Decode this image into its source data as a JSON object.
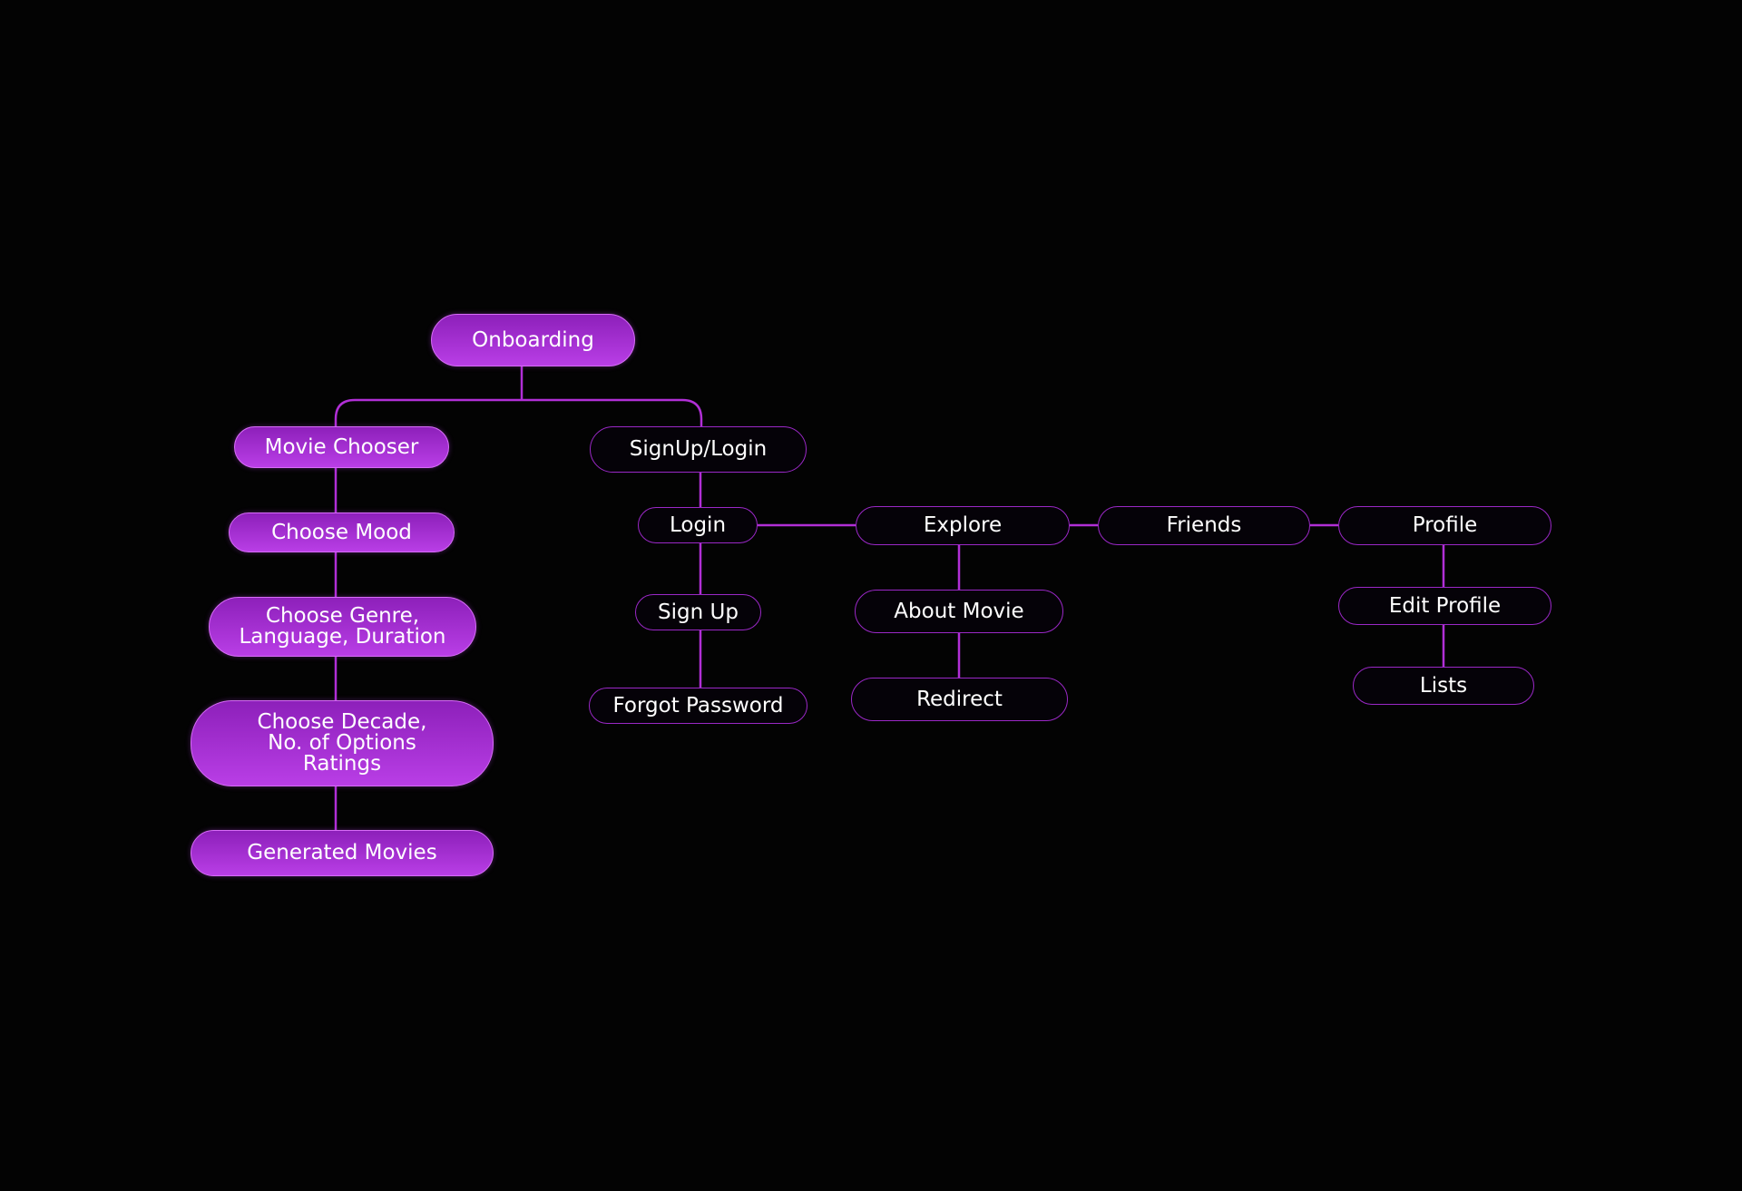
{
  "diagram": {
    "colors": {
      "background": "#030303",
      "connector": "#b12fd6",
      "fill_top": "#8d20ba",
      "fill_bottom": "#b93ee6",
      "outline_border": "#9a28c6",
      "text": "#ffffff"
    },
    "nodes": {
      "onboarding": "Onboarding",
      "movie_chooser": "Movie Chooser",
      "choose_mood": "Choose Mood",
      "choose_genre": "Choose Genre,\nLanguage, Duration",
      "choose_decade": "Choose Decade,\nNo. of Options\nRatings",
      "generated_movies": "Generated Movies",
      "signup_login": "SignUp/Login",
      "login": "Login",
      "sign_up": "Sign Up",
      "forgot_password": "Forgot Password",
      "explore": "Explore",
      "about_movie": "About Movie",
      "redirect": "Redirect",
      "friends": "Friends",
      "profile": "Profile",
      "edit_profile": "Edit Profile",
      "lists": "Lists"
    },
    "edges": [
      [
        "onboarding",
        "movie_chooser"
      ],
      [
        "onboarding",
        "signup_login"
      ],
      [
        "movie_chooser",
        "choose_mood"
      ],
      [
        "choose_mood",
        "choose_genre"
      ],
      [
        "choose_genre",
        "choose_decade"
      ],
      [
        "choose_decade",
        "generated_movies"
      ],
      [
        "signup_login",
        "login"
      ],
      [
        "login",
        "sign_up"
      ],
      [
        "sign_up",
        "forgot_password"
      ],
      [
        "login",
        "explore"
      ],
      [
        "explore",
        "friends"
      ],
      [
        "friends",
        "profile"
      ],
      [
        "explore",
        "about_movie"
      ],
      [
        "about_movie",
        "redirect"
      ],
      [
        "profile",
        "edit_profile"
      ],
      [
        "edit_profile",
        "lists"
      ]
    ]
  }
}
